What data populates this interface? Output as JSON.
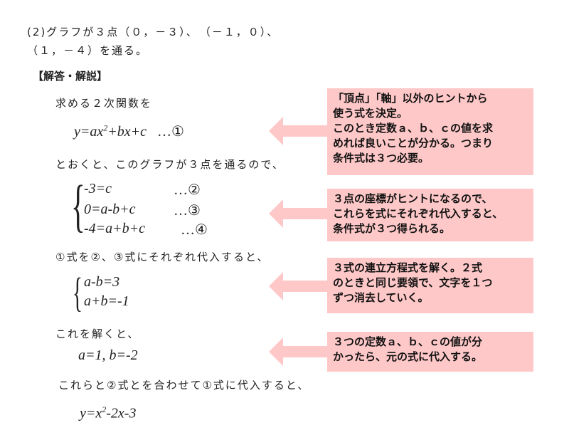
{
  "problem": {
    "line1": "(2)グラフが３点（０，－３）、　（－１，０）、",
    "line2": "（１，－４）を通る。"
  },
  "heading": "【解答・解説】",
  "steps": {
    "s1": "求める２次関数を",
    "eq1": {
      "lhs": "y=ax",
      "exp": "2",
      "rhs": "+bx+c",
      "tag": "…①"
    },
    "s2": "とおくと、このグラフが３点を通るので、",
    "system1": [
      {
        "eq": "-3=c",
        "tag": "…②"
      },
      {
        "eq": "0=a-b+c",
        "tag": "…③"
      },
      {
        "eq": "-4=a+b+c",
        "tag": "…④"
      }
    ],
    "s3": "①式を②、③式にそれぞれ代入すると、",
    "system2": [
      "a-b=3",
      "a+b=-1"
    ],
    "s4": "これを解くと、",
    "sol": "a=1,  b=-2",
    "s5": "これらと②式とを合わせて①式に代入すると、",
    "final": {
      "lhs": "y=x",
      "exp": "2",
      "rhs": "-2x-3"
    }
  },
  "hints": [
    [
      "「頂点」「軸」以外のヒントから",
      "使う式を決定。",
      "このとき定数ａ、ｂ、ｃの値を求",
      "めれば良いことが分かる。つまり",
      "条件式は３つ必要。"
    ],
    [
      "３点の座標がヒントになるので、",
      "これらを式にそれぞれ代入すると、",
      "条件式が３つ得られる。"
    ],
    [
      "３式の連立方程式を解く。２式",
      "のときと同じ要領で、文字を１つ",
      "ずつ消去していく。"
    ],
    [
      "３つの定数ａ、ｂ、ｃの値が分",
      "かったら、元の式に代入する。"
    ]
  ],
  "colors": {
    "hint_bg": "#ffc8c8"
  }
}
